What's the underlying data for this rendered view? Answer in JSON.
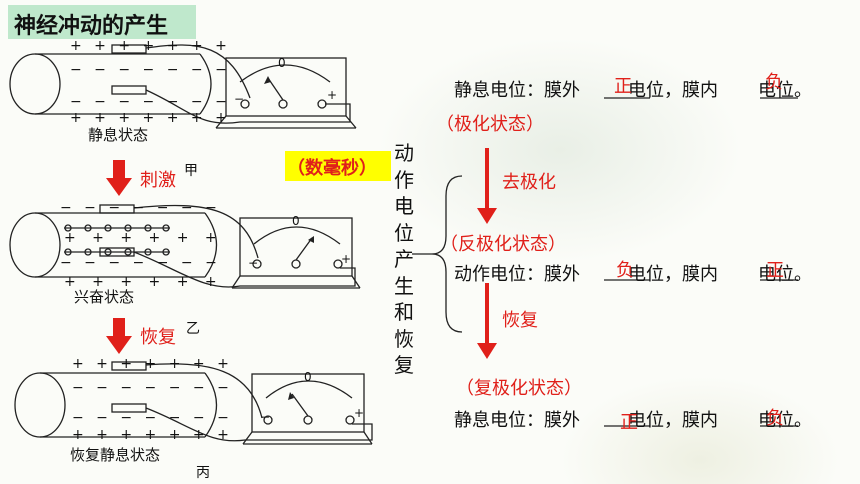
{
  "title": "神经冲动的产生",
  "states": {
    "rest": "静息状态",
    "excite": "兴奋状态",
    "recover": "恢复静息状态"
  },
  "figure_marks": {
    "a": "甲",
    "b": "乙",
    "c": "丙"
  },
  "arrows": {
    "stimulus": "刺激",
    "recovery": "恢复"
  },
  "meter": {
    "zero": "0",
    "minus": "−",
    "plus": "+"
  },
  "duration_note": "（数毫秒）",
  "vertical_label": [
    "动",
    "作",
    "电",
    "位",
    "产",
    "生",
    "和",
    "恢",
    "复"
  ],
  "right_panel": {
    "line1": {
      "prefix": "静息电位：膜外",
      "ans1": "正",
      "mid": "电位，膜内",
      "ans2": "负",
      "suffix": "电位。"
    },
    "state1": "（极化状态）",
    "step1": "去极化",
    "state2": "（反极化状态）",
    "line2": {
      "prefix": "动作电位：膜外",
      "ans1": "负",
      "mid": "电位，膜内",
      "ans2": "正",
      "suffix": "电位。"
    },
    "step2": "恢复",
    "state3": "（复极化状态）",
    "line3": {
      "prefix": "静息电位：膜外",
      "ans1": "正",
      "mid": "电位，膜内",
      "ans2": "负",
      "suffix": "电位。"
    }
  }
}
